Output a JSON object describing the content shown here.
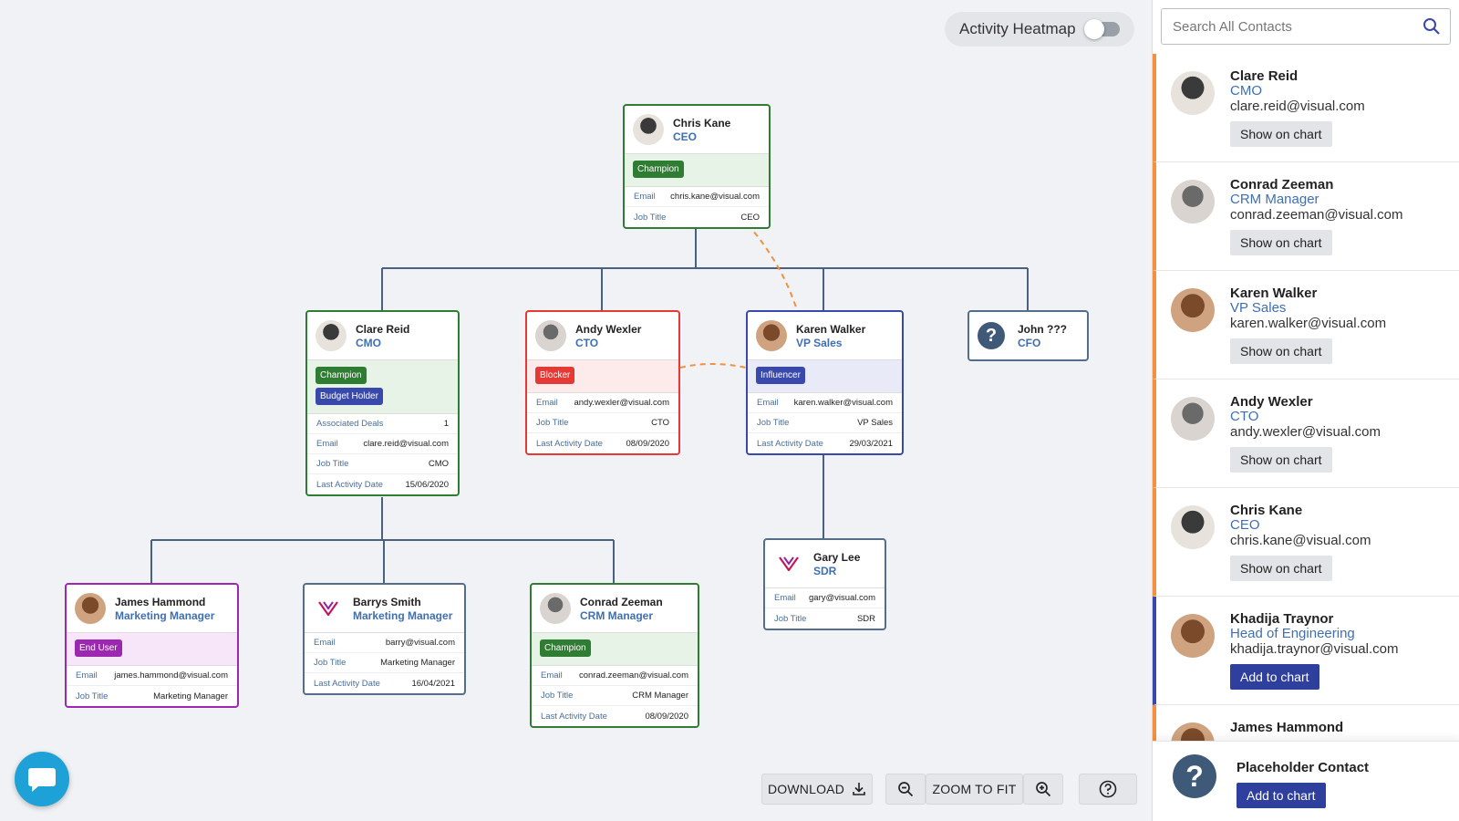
{
  "heatmap": {
    "label": "Activity Heatmap"
  },
  "cards": {
    "chris": {
      "name": "Chris Kane",
      "role": "CEO",
      "tags": [
        "Champion"
      ],
      "fields": [
        [
          "Email",
          "chris.kane@visual.com"
        ],
        [
          "Job Title",
          "CEO"
        ]
      ]
    },
    "clare": {
      "name": "Clare Reid",
      "role": "CMO",
      "tags": [
        "Champion",
        "Budget Holder"
      ],
      "fields": [
        [
          "Associated Deals",
          "1"
        ],
        [
          "Email",
          "clare.reid@visual.com"
        ],
        [
          "Job Title",
          "CMO"
        ],
        [
          "Last Activity Date",
          "15/06/2020"
        ]
      ]
    },
    "andy": {
      "name": "Andy Wexler",
      "role": "CTO",
      "tags": [
        "Blocker"
      ],
      "fields": [
        [
          "Email",
          "andy.wexler@visual.com"
        ],
        [
          "Job Title",
          "CTO"
        ],
        [
          "Last Activity Date",
          "08/09/2020"
        ]
      ]
    },
    "karen": {
      "name": "Karen Walker",
      "role": "VP Sales",
      "tags": [
        "Influencer"
      ],
      "fields": [
        [
          "Email",
          "karen.walker@visual.com"
        ],
        [
          "Job Title",
          "VP Sales"
        ],
        [
          "Last Activity Date",
          "29/03/2021"
        ]
      ]
    },
    "john": {
      "name": "John ???",
      "role": "CFO"
    },
    "james": {
      "name": "James Hammond",
      "role": "Marketing Manager",
      "tags": [
        "End User"
      ],
      "fields": [
        [
          "Email",
          "james.hammond@visual.com"
        ],
        [
          "Job Title",
          "Marketing Manager"
        ]
      ]
    },
    "barrys": {
      "name": "Barrys Smith",
      "role": "Marketing Manager",
      "fields": [
        [
          "Email",
          "barry@visual.com"
        ],
        [
          "Job Title",
          "Marketing Manager"
        ],
        [
          "Last Activity Date",
          "16/04/2021"
        ]
      ]
    },
    "conrad": {
      "name": "Conrad Zeeman",
      "role": "CRM Manager",
      "tags": [
        "Champion"
      ],
      "fields": [
        [
          "Email",
          "conrad.zeeman@visual.com"
        ],
        [
          "Job Title",
          "CRM Manager"
        ],
        [
          "Last Activity Date",
          "08/09/2020"
        ]
      ]
    },
    "gary": {
      "name": "Gary Lee",
      "role": "SDR",
      "fields": [
        [
          "Email",
          "gary@visual.com"
        ],
        [
          "Job Title",
          "SDR"
        ]
      ]
    }
  },
  "toolbar": {
    "download": "DOWNLOAD",
    "zoom_to_fit": "ZOOM TO FIT"
  },
  "sidebar": {
    "search_placeholder": "Search All Contacts",
    "contacts": [
      {
        "name": "Clare Reid",
        "role": "CMO",
        "email": "clare.reid@visual.com",
        "action": "Show on chart"
      },
      {
        "name": "Conrad Zeeman",
        "role": "CRM Manager",
        "email": "conrad.zeeman@visual.com",
        "action": "Show on chart"
      },
      {
        "name": "Karen Walker",
        "role": "VP Sales",
        "email": "karen.walker@visual.com",
        "action": "Show on chart"
      },
      {
        "name": "Andy Wexler",
        "role": "CTO",
        "email": "andy.wexler@visual.com",
        "action": "Show on chart"
      },
      {
        "name": "Chris Kane",
        "role": "CEO",
        "email": "chris.kane@visual.com",
        "action": "Show on chart"
      },
      {
        "name": "Khadija Traynor",
        "role": "Head of Engineering",
        "email": "khadija.traynor@visual.com",
        "action": "Add to chart"
      },
      {
        "name": "James Hammond",
        "role": "",
        "email": "",
        "action": ""
      }
    ],
    "placeholder": {
      "name": "Placeholder Contact",
      "action": "Add to chart"
    }
  },
  "colors": {
    "line": "#4a6080",
    "dashed": "#f5903e",
    "accent": "#2f3f9d",
    "chat": "#1da1d6"
  }
}
